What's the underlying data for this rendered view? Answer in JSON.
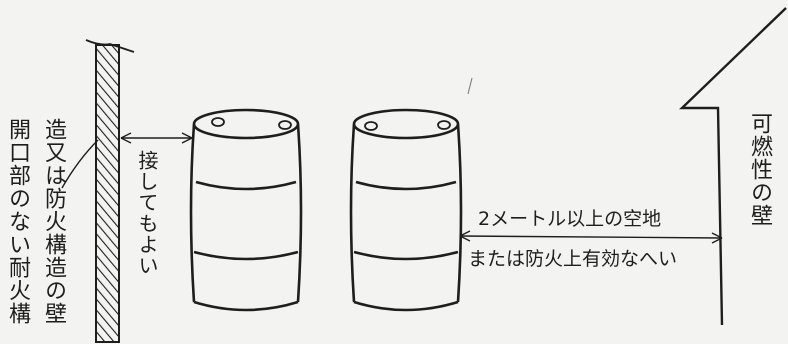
{
  "labels": {
    "left_wall_col1": "造又は防火構造の壁",
    "left_wall_col2": "開口部のない耐火構",
    "may_touch": "接してもよい",
    "right_wall": "可燃性の壁",
    "clearance_line1": "2メートル以上の空地",
    "clearance_line2": "または防火上有効なへい"
  },
  "colors": {
    "ink": "#1e1e1e",
    "paper": "#f3f3f1"
  }
}
